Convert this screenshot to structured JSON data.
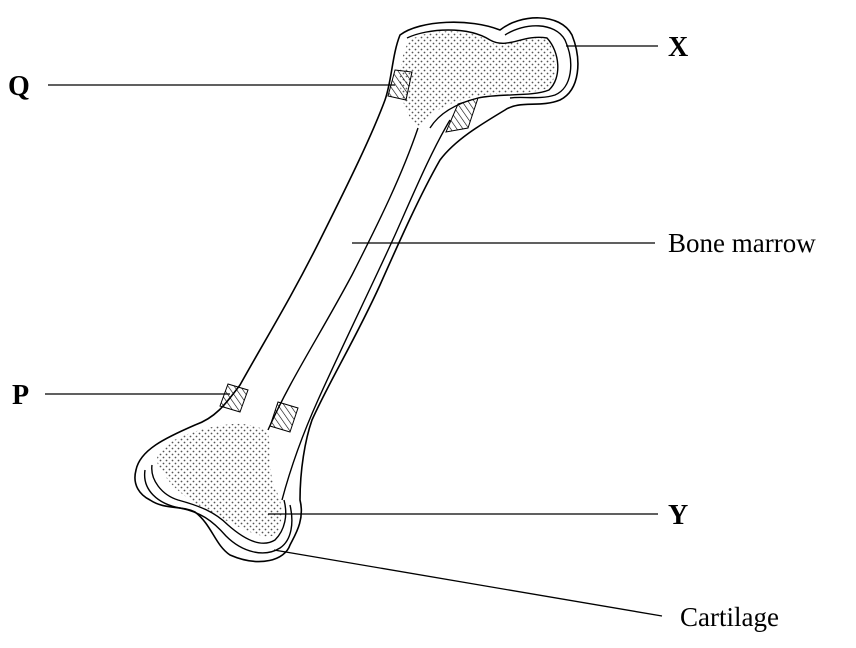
{
  "labels": {
    "X": "X",
    "Q": "Q",
    "P": "P",
    "Y": "Y",
    "bone_marrow": "Bone marrow",
    "cartilage": "Cartilage"
  }
}
